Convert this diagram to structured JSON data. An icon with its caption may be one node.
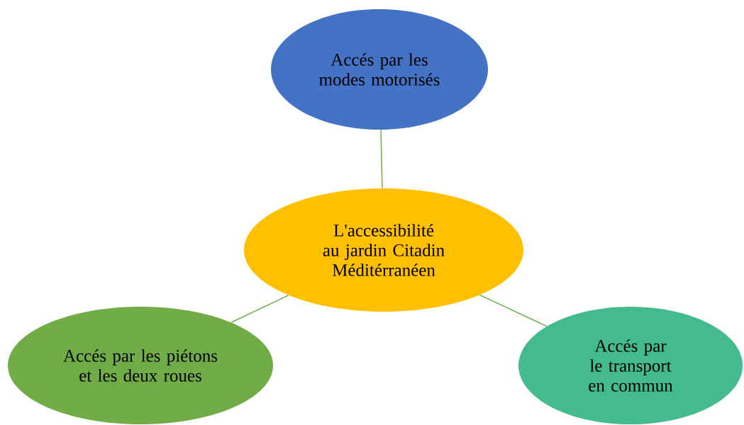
{
  "diagram": {
    "nodes": [
      {
        "text": [
          "L'accessibilité au jardin Citadin Méditérranéen"
        ]
      },
      {
        "text": [
          "Accés par les modes motorisés"
        ]
      },
      {
        "text": [
          "Accés par les piétons et les deux roues"
        ]
      },
      {
        "text": [
          "Accés par le transport en commun"
        ]
      }
    ],
    "edges": [
      {
        "from": 0,
        "to": 1,
        "arrow": "none"
      },
      {
        "from": 0,
        "to": 2,
        "arrow": "none"
      },
      {
        "from": 0,
        "to": 3,
        "arrow": "none"
      }
    ]
  }
}
